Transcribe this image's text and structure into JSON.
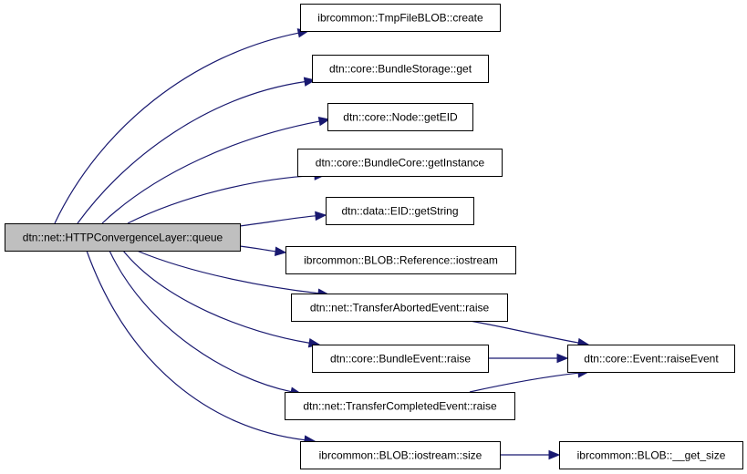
{
  "diagram": {
    "type": "call-graph",
    "edge_color": "#191970",
    "root_fill": "#bfbfbf",
    "node_fill": "#ffffff",
    "nodes": [
      {
        "id": "root",
        "label": "dtn::net::HTTPConvergenceLayer::queue",
        "root": true
      },
      {
        "id": "tmpfile_create",
        "label": "ibrcommon::TmpFileBLOB::create"
      },
      {
        "id": "storage_get",
        "label": "dtn::core::BundleStorage::get"
      },
      {
        "id": "node_geteid",
        "label": "dtn::core::Node::getEID"
      },
      {
        "id": "core_getinstance",
        "label": "dtn::core::BundleCore::getInstance"
      },
      {
        "id": "eid_getstring",
        "label": "dtn::data::EID::getString"
      },
      {
        "id": "ref_iostream",
        "label": "ibrcommon::BLOB::Reference::iostream"
      },
      {
        "id": "aborted_raise",
        "label": "dtn::net::TransferAbortedEvent::raise"
      },
      {
        "id": "bundleevent_raise",
        "label": "dtn::core::BundleEvent::raise"
      },
      {
        "id": "event_raiseevent",
        "label": "dtn::core::Event::raiseEvent"
      },
      {
        "id": "completed_raise",
        "label": "dtn::net::TransferCompletedEvent::raise"
      },
      {
        "id": "iostream_size",
        "label": "ibrcommon::BLOB::iostream::size"
      },
      {
        "id": "blob_get_size",
        "label": "ibrcommon::BLOB::__get_size"
      }
    ],
    "edges": [
      {
        "from": "root",
        "to": "tmpfile_create"
      },
      {
        "from": "root",
        "to": "storage_get"
      },
      {
        "from": "root",
        "to": "node_geteid"
      },
      {
        "from": "root",
        "to": "core_getinstance"
      },
      {
        "from": "root",
        "to": "eid_getstring"
      },
      {
        "from": "root",
        "to": "ref_iostream"
      },
      {
        "from": "root",
        "to": "aborted_raise"
      },
      {
        "from": "root",
        "to": "bundleevent_raise"
      },
      {
        "from": "root",
        "to": "completed_raise"
      },
      {
        "from": "root",
        "to": "iostream_size"
      },
      {
        "from": "aborted_raise",
        "to": "event_raiseevent"
      },
      {
        "from": "bundleevent_raise",
        "to": "event_raiseevent"
      },
      {
        "from": "completed_raise",
        "to": "event_raiseevent"
      },
      {
        "from": "iostream_size",
        "to": "blob_get_size"
      }
    ]
  }
}
